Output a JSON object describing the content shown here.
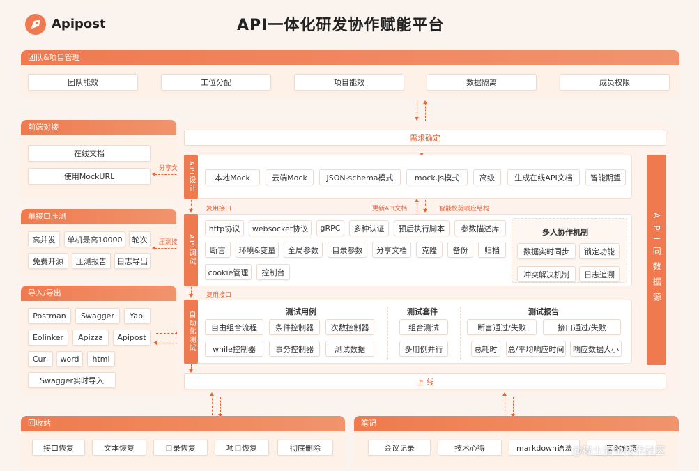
{
  "header": {
    "brand": "Apipost",
    "title": "API一体化研发协作赋能平台"
  },
  "team": {
    "title": "团队&项目管理",
    "items": [
      "团队能效",
      "工位分配",
      "项目能效",
      "数据隔离",
      "成员权限"
    ]
  },
  "frontend": {
    "title": "前端对接",
    "items": [
      "在线文档",
      "使用MockURL"
    ]
  },
  "stress": {
    "title": "单接口压测",
    "items": [
      "高并发",
      "单机最高10000",
      "轮次",
      "免费开源",
      "压测报告",
      "日志导出"
    ]
  },
  "io": {
    "title": "导入/导出",
    "items": [
      "Postman",
      "Swagger",
      "Yapi",
      "Eolinker",
      "Apizza",
      "Apipost",
      "Curl",
      "word",
      "html",
      "Swagger实时导入"
    ]
  },
  "core": {
    "requirement": "需求确定",
    "release": "上 线",
    "datasource": "API同数据源"
  },
  "design": {
    "bar": "API设计",
    "items": [
      "本地Mock",
      "云端Mock",
      "JSON-schema模式",
      "mock.js模式",
      "高级",
      "生成在线API文档",
      "智能期望"
    ]
  },
  "debug": {
    "bar": "API调试",
    "items": [
      "http协议",
      "websocket协议",
      "gRPC",
      "多种认证",
      "预后执行脚本",
      "参数描述库",
      "断言",
      "环境&变量",
      "全局参数",
      "目录参数",
      "分享文档",
      "克隆",
      "备份",
      "归档",
      "cookie管理",
      "控制台"
    ],
    "collab_title": "多人协作机制",
    "collab_items": [
      "数据实时同步",
      "锁定功能",
      "冲突解决机制",
      "日志追溯"
    ]
  },
  "autotest": {
    "bar": "自动化测试",
    "case_title": "测试用例",
    "case_items": [
      "自由组合流程",
      "条件控制器",
      "次数控制器",
      "while控制器",
      "事务控制器",
      "测试数据"
    ],
    "suite_title": "测试套件",
    "suite_items": [
      "组合测试",
      "多用例并行"
    ],
    "report_title": "测试报告",
    "report_items": [
      "断言通过/失败",
      "接口通过/失败",
      "总耗时",
      "总/平均响应时间",
      "响应数据大小"
    ]
  },
  "labels": {
    "share_doc": "分享文档",
    "reuse_api_1": "复用接口",
    "update_doc": "更新API文档",
    "smart_check": "智能校验响应结构",
    "stress_api": "压测接口",
    "reuse_api_2": "复用接口"
  },
  "recycle": {
    "title": "回收站",
    "items": [
      "接口恢复",
      "文本恢复",
      "目录恢复",
      "项目恢复",
      "彻底删除"
    ]
  },
  "notes": {
    "title": "笔记",
    "items": [
      "会议记录",
      "技术心得",
      "markdown语法",
      "实时预览"
    ]
  },
  "watermark": "@稀土掘金技术社区",
  "colors": {
    "accent": "#ef7a4f",
    "background": "#fbf4ee",
    "panel": "#fdf1e8"
  }
}
